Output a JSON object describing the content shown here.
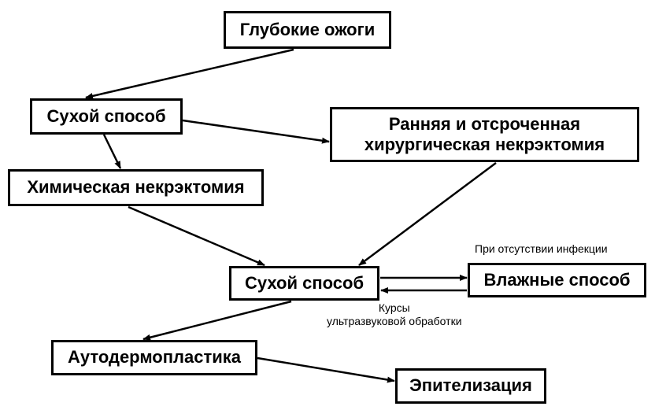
{
  "nodes": {
    "deep_burns": "Глубокие ожоги",
    "dry_method_1": "Сухой способ",
    "early_necrectomy": "Ранняя и отсроченная хирургическая некрэктомия",
    "chem_necrectomy": "Химическая некрэктомия",
    "dry_method_2": "Сухой способ",
    "wet_method": "Влажные способ",
    "autodermoplasty": "Аутодермопластика",
    "epithelization": "Эпителизация"
  },
  "edge_labels": {
    "no_infection": "При отсутствии инфекции",
    "courses_line1": "Курсы",
    "courses_line2": "ультразвуковой обработки"
  },
  "edges": [
    {
      "from": "deep_burns",
      "to": "dry_method_1"
    },
    {
      "from": "dry_method_1",
      "to": "chem_necrectomy"
    },
    {
      "from": "dry_method_1",
      "to": "early_necrectomy"
    },
    {
      "from": "chem_necrectomy",
      "to": "dry_method_2"
    },
    {
      "from": "early_necrectomy",
      "to": "dry_method_2"
    },
    {
      "from": "dry_method_2",
      "to": "wet_method",
      "label": "no_infection"
    },
    {
      "from": "wet_method",
      "to": "dry_method_2",
      "label": "courses"
    },
    {
      "from": "dry_method_2",
      "to": "autodermoplasty"
    },
    {
      "from": "autodermoplasty",
      "to": "epithelization"
    }
  ],
  "colors": {
    "stroke": "#000000",
    "background": "#ffffff"
  }
}
